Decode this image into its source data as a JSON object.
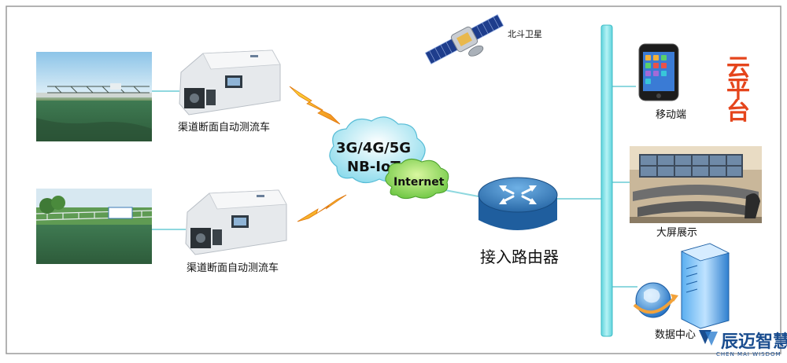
{
  "devices": [
    {
      "label": "渠道断面自动测流车"
    },
    {
      "label": "渠道断面自动测流车"
    }
  ],
  "satellite": {
    "label": "北斗卫星"
  },
  "network": {
    "line1": "3G/4G/5G",
    "line2": "NB-IoT",
    "internet": "Internet"
  },
  "router": {
    "label": "接入路由器"
  },
  "cloud_platform": {
    "chars": [
      "云",
      "平",
      "台"
    ]
  },
  "endpoints": [
    {
      "label": "移动端"
    },
    {
      "label": "大屏展示"
    },
    {
      "label": "数据中心"
    }
  ],
  "brand": {
    "name": "辰迈智慧",
    "sub": "CHEN MAI WISDOM"
  },
  "colors": {
    "bus": "#7fe3ea",
    "bus_stroke": "#3bbcc6",
    "link": "#8fd8df",
    "cloud_accent": "#e5451c",
    "brand": "#1a4d8f"
  }
}
